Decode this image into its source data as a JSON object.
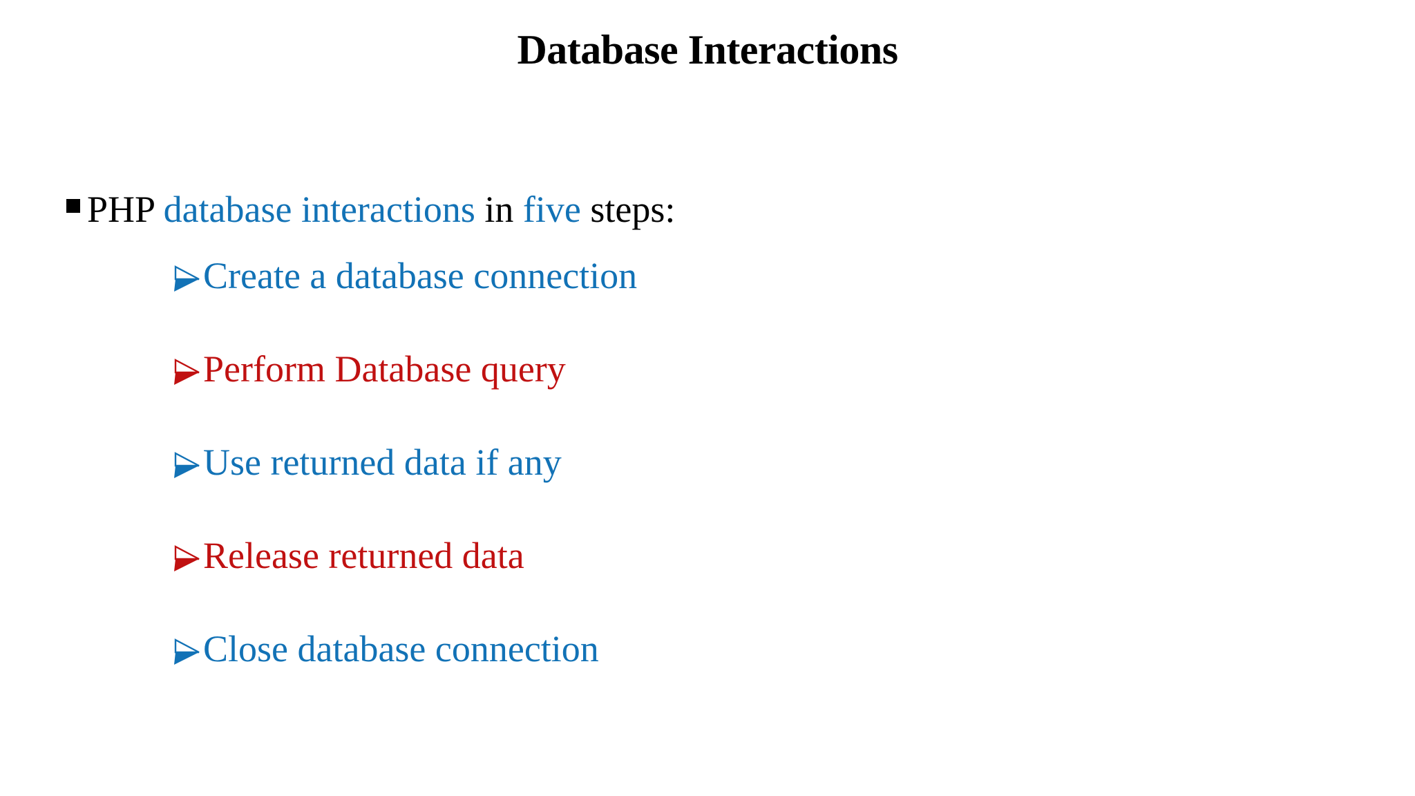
{
  "slide": {
    "title": "Database Interactions",
    "background_color": "#FFFFFF"
  },
  "colors": {
    "title": "#000000",
    "black": "#000000",
    "blue": "#1272B6",
    "red": "#C01111"
  },
  "body": {
    "level1": {
      "bullet_glyph": "square-bullet",
      "segments": [
        {
          "text": "PHP ",
          "color": "#000000"
        },
        {
          "text": "database interactions",
          "color": "#1272B6"
        },
        {
          "text": " in ",
          "color": "#000000"
        },
        {
          "text": "five",
          "color": "#1272B6"
        },
        {
          "text": " steps:",
          "color": "#000000"
        }
      ],
      "full_text": "PHP database interactions in five steps:"
    },
    "steps": [
      {
        "index": 1,
        "text": "Create a database connection",
        "color": "#1272B6",
        "bullet_glyph": "arrowhead-bullet"
      },
      {
        "index": 2,
        "text": "Perform Database query",
        "color": "#C01111",
        "bullet_glyph": "arrowhead-bullet"
      },
      {
        "index": 3,
        "text": "Use returned data if any",
        "color": "#1272B6",
        "bullet_glyph": "arrowhead-bullet"
      },
      {
        "index": 4,
        "text": "Release returned data",
        "color": "#C01111",
        "bullet_glyph": "arrowhead-bullet"
      },
      {
        "index": 5,
        "text": "Close database connection",
        "color": "#1272B6",
        "bullet_glyph": "arrowhead-bullet"
      }
    ]
  }
}
